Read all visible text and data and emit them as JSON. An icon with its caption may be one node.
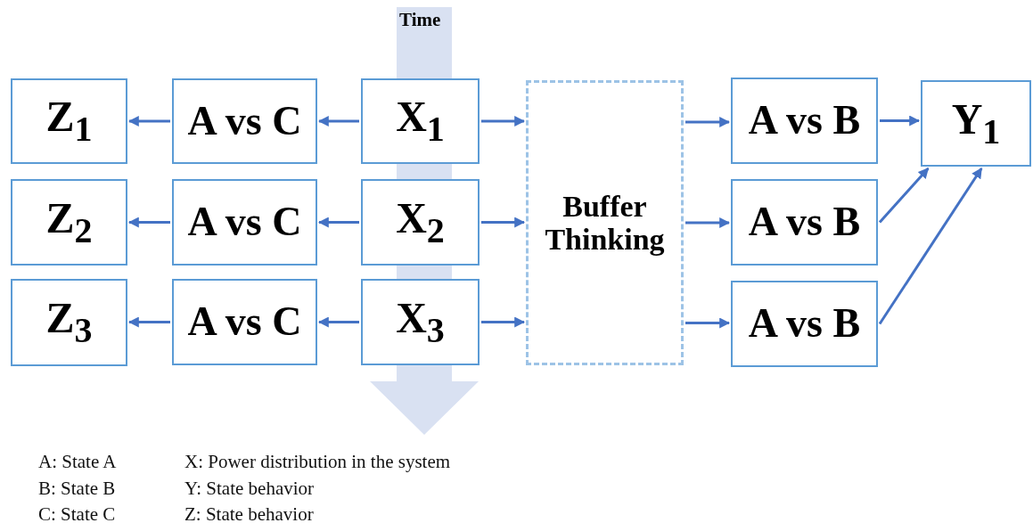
{
  "diagram": {
    "nodes": [
      {
        "text": [
          "Z$_{1}$"
        ]
      },
      {
        "text": [
          "A vs C"
        ]
      },
      {
        "text": [
          "X$_{1}$"
        ]
      },
      {
        "text": [
          "Buffer Thinking"
        ]
      },
      {
        "text": [
          "A vs B"
        ]
      },
      {
        "text": [
          "Y$_{1}$"
        ]
      },
      {
        "text": [
          "Z$_{2}$"
        ]
      },
      {
        "text": [
          "A vs C"
        ]
      },
      {
        "text": [
          "X$_{2}$"
        ]
      },
      {
        "text": [
          "A vs B"
        ]
      },
      {
        "text": [
          "Z$_{3}$"
        ]
      },
      {
        "text": [
          "A vs C"
        ]
      },
      {
        "text": [
          "X$_{3}$"
        ]
      },
      {
        "text": [
          "A vs B"
        ]
      }
    ],
    "edges": [
      {
        "from": 2,
        "to": 1,
        "arrow": "to"
      },
      {
        "from": 1,
        "to": 0,
        "arrow": "to"
      },
      {
        "from": 8,
        "to": 7,
        "arrow": "to"
      },
      {
        "from": 7,
        "to": 6,
        "arrow": "to"
      },
      {
        "from": 12,
        "to": 11,
        "arrow": "to"
      },
      {
        "from": 11,
        "to": 10,
        "arrow": "to"
      },
      {
        "from": 2,
        "to": 3,
        "arrow": "to"
      },
      {
        "from": 8,
        "to": 3,
        "arrow": "to"
      },
      {
        "from": 12,
        "to": 3,
        "arrow": "to"
      },
      {
        "from": 3,
        "to": 4,
        "arrow": "to"
      },
      {
        "from": 3,
        "to": 9,
        "arrow": "to"
      },
      {
        "from": 3,
        "to": 13,
        "arrow": "to"
      },
      {
        "from": 4,
        "to": 5,
        "arrow": "to"
      },
      {
        "from": 9,
        "to": 5,
        "arrow": "to"
      },
      {
        "from": 13,
        "to": 5,
        "arrow": "to"
      }
    ],
    "labels": [
      "Time",
      "A: State A",
      "X: Power distribution in the system",
      "B: State B",
      "Y: State behavior",
      "C: State C",
      "Z: State behavior"
    ]
  }
}
